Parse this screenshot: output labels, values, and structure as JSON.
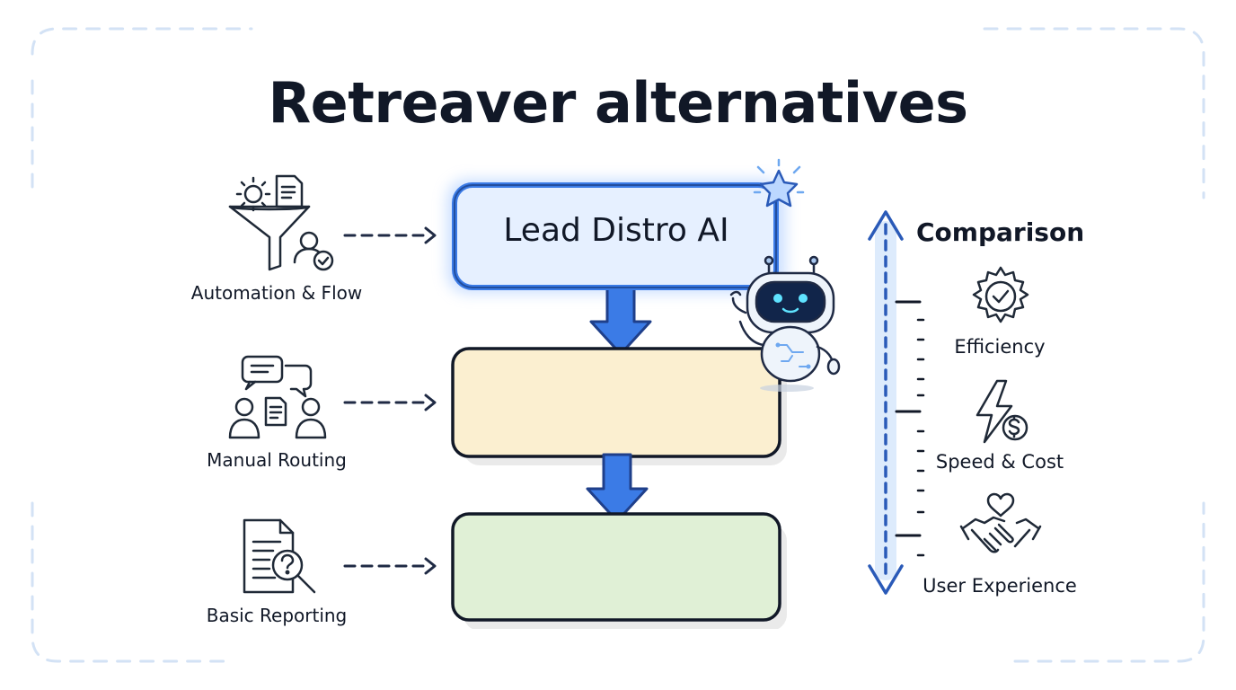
{
  "title": "Retreaver alternatives",
  "center": {
    "box_top_label": "Lead Distro AI"
  },
  "left_items": [
    {
      "label": "Automation & Flow",
      "icon": "funnel-gear-document-user-check-icon"
    },
    {
      "label": "Manual Routing",
      "icon": "chat-bubbles-people-document-icon"
    },
    {
      "label": "Basic Reporting",
      "icon": "document-magnifier-question-icon"
    }
  ],
  "right": {
    "heading": "Comparison",
    "items": [
      {
        "label": "Efficiency",
        "icon": "gear-check-icon"
      },
      {
        "label": "Speed & Cost",
        "icon": "lightning-dollar-icon"
      },
      {
        "label": "User Experience",
        "icon": "handshake-heart-icon"
      }
    ]
  },
  "colors": {
    "accent_blue": "#3b7be6",
    "box_top_fill": "#e4efff",
    "box_mid_fill": "#fbefd0",
    "box_bottom_fill": "#e0f0d6",
    "frame_dash": "#cfe0f5",
    "ink": "#111827"
  }
}
